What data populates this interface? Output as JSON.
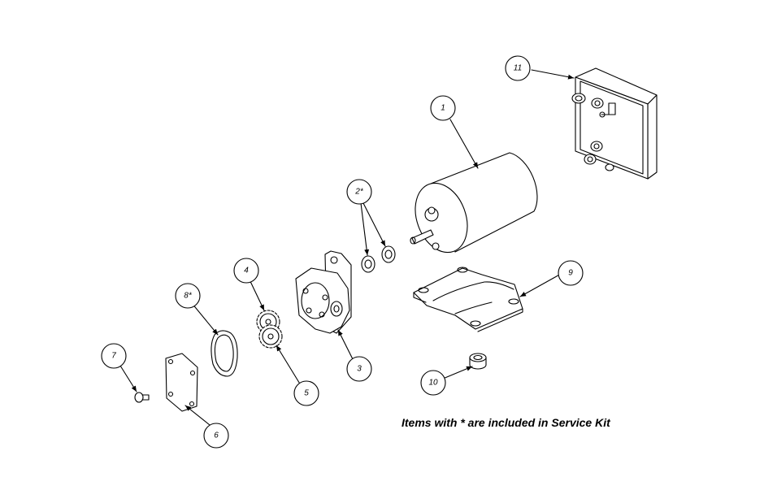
{
  "callouts": [
    {
      "id": "c1",
      "label": "1"
    },
    {
      "id": "c2",
      "label": "2*"
    },
    {
      "id": "c3",
      "label": "3"
    },
    {
      "id": "c4",
      "label": "4"
    },
    {
      "id": "c5",
      "label": "5"
    },
    {
      "id": "c6",
      "label": "6"
    },
    {
      "id": "c7",
      "label": "7"
    },
    {
      "id": "c8",
      "label": "8*"
    },
    {
      "id": "c9",
      "label": "9"
    },
    {
      "id": "c10",
      "label": "10"
    },
    {
      "id": "c11",
      "label": "11"
    }
  ],
  "note": "Items with * are included in Service Kit"
}
